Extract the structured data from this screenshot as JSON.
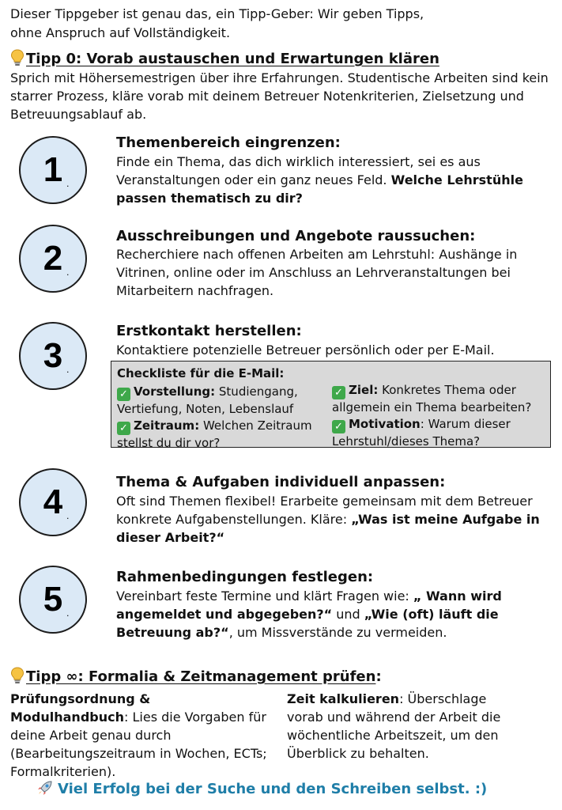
{
  "intro": {
    "line1": "Dieser Tippgeber ist genau das, ein Tipp-Geber: Wir geben Tipps,",
    "line2": "ohne Anspruch auf Vollständigkeit."
  },
  "tip0": {
    "heading": "Tipp 0: Vorab austauschen und Erwartungen klären",
    "text": "Sprich mit Höhersemestrigen über ihre Erfahrungen. Studentische Arbeiten sind kein starrer Prozess, kläre vorab mit deinem Betreuer Notenkriterien, Zielsetzung und Betreuungsablauf ab."
  },
  "steps": [
    {
      "number": "1",
      "dot": ".",
      "title": "Themenbereich eingrenzen:",
      "text": "Finde ein Thema, das dich wirklich interessiert, sei es aus Veranstaltungen oder ein ganz neues Feld. ",
      "bold": "Welche Lehrstühle passen thematisch zu dir?"
    },
    {
      "number": "2",
      "dot": ".",
      "title": "Ausschreibungen und Angebote raussuchen:",
      "text": "Recherchiere nach offenen Arbeiten am Lehrstuhl: Aushänge in Vitrinen, online oder im Anschluss an Lehrveranstaltungen bei Mitarbeitern nachfragen."
    },
    {
      "number": "3",
      "dot": ".",
      "title": "Erstkontakt herstellen:",
      "text": "Kontaktiere potenzielle Betreuer persönlich oder per E-Mail."
    },
    {
      "number": "4",
      "dot": ".",
      "title": "Thema & Aufgaben individuell anpassen:",
      "text": "Oft sind Themen flexibel! Erarbeite gemeinsam mit dem Betreuer konkrete Aufgabenstellungen. Kläre: ",
      "bold": "„Was ist meine Aufgabe in dieser Arbeit?“"
    },
    {
      "number": "5",
      "dot": ".",
      "title": "Rahmenbedingungen festlegen:",
      "text_a": "Vereinbart feste Termine und klärt Fragen wie: ",
      "bold_a": "„ Wann wird angemeldet und abgegeben?“",
      "text_b": " und ",
      "bold_b": "„Wie (oft) läuft die Betreuung ab?“",
      "text_c": ", um Missverstände zu vermeiden."
    }
  ],
  "checklist": {
    "title": "Checkliste für die E-Mail:",
    "check_glyph": "✓",
    "items": [
      {
        "label": "Vorstellung:",
        "text": "  Studiengang, Vertiefung, Noten, Lebenslauf"
      },
      {
        "label": "Zeitraum:",
        "text": " Welchen Zeitraum stellst du dir vor?"
      },
      {
        "label": "Ziel:",
        "text": " Konkretes Thema oder allgemein ein Thema bearbeiten?"
      },
      {
        "label": "Motivation",
        "text": ": Warum dieser Lehrstuhl/dieses Thema?"
      }
    ]
  },
  "tipinf": {
    "heading": "Tipp ∞: Formalia & Zeitmanagement prüfen",
    "heading_suffix": ":",
    "left_label": "Prüfungsordnung & Modulhandbuch",
    "left_colon": ":",
    "left_text": "Lies die Vorgaben für deine Arbeit genau durch (Bearbeitungszeitraum in Wochen, ECTs; Formalkriterien).",
    "right_label": "Zeit kalkulieren",
    "right_text": ": Überschlage vorab und während der Arbeit die wöchentliche Arbeitszeit, um den Überblick zu behalten."
  },
  "closing": "Viel Erfolg bei der Suche und den Schreiben selbst. :)",
  "colors": {
    "circle_fill": "#dbe9f6",
    "checklist_bg": "#d9d9d9",
    "check_green": "#3ea84a",
    "closing_blue": "#1f7ea8",
    "bulb_yellow": "#f6c343"
  },
  "icons": {
    "tip_marker": "lightbulb-icon",
    "checkbox": "check-mark-icon",
    "closing": "rocket-icon"
  }
}
